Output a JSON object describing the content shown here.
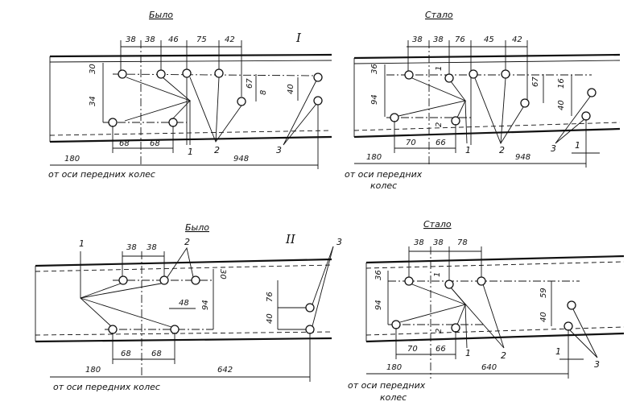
{
  "views": {
    "top_before": {
      "title": "Было",
      "roman": "I",
      "dims_top": [
        "38",
        "38",
        "46",
        "75",
        "42"
      ],
      "dims_left": [
        "30",
        "34"
      ],
      "dims_mid": [
        "67",
        "8",
        "40"
      ],
      "dims_bottom": [
        "68",
        "68"
      ],
      "callouts": [
        "1",
        "2",
        "3"
      ],
      "origin": "180",
      "span": "948",
      "note": "от оси передних колес"
    },
    "top_after": {
      "title": "Стало",
      "dims_top": [
        "38",
        "38",
        "76",
        "45",
        "42"
      ],
      "dims_left": [
        "36",
        "94"
      ],
      "dims_mid": [
        "1",
        "2",
        "67",
        "16",
        "40"
      ],
      "dims_bottom": [
        "70",
        "66"
      ],
      "callouts": [
        "1",
        "2",
        "3",
        "1"
      ],
      "origin": "180",
      "span": "948",
      "note_line1": "от оси передних",
      "note_line2": "колес"
    },
    "bottom_before": {
      "title": "Было",
      "roman": "II",
      "dims_top": [
        "38",
        "38"
      ],
      "dims_right": [
        "30",
        "94"
      ],
      "dims_mid": [
        "48",
        "76",
        "40"
      ],
      "dims_bottom": [
        "68",
        "68"
      ],
      "callouts": [
        "1",
        "2",
        "3"
      ],
      "origin": "180",
      "span": "642",
      "note": "от оси передних колес"
    },
    "bottom_after": {
      "title": "Стало",
      "dims_top": [
        "38",
        "38",
        "78"
      ],
      "dims_left": [
        "36",
        "94"
      ],
      "dims_mid": [
        "1",
        "2",
        "59",
        "40"
      ],
      "dims_bottom": [
        "70",
        "66"
      ],
      "callouts": [
        "1",
        "2",
        "1",
        "3"
      ],
      "origin": "180",
      "span": "640",
      "note_line1": "от оси передних",
      "note_line2": "колес"
    }
  }
}
